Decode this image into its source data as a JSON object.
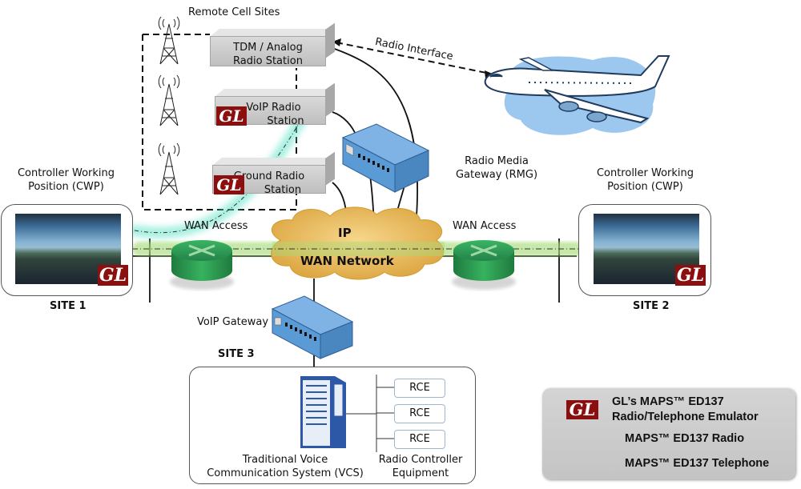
{
  "title": "MAPS ED137 ATC network diagram",
  "remote_cell_sites": {
    "label": "Remote Cell Sites",
    "stations": [
      {
        "line1": "TDM / Analog",
        "line2": "Radio Station",
        "gl_badge": false
      },
      {
        "line1": "VoIP Radio",
        "line2": "Station",
        "gl_badge": true
      },
      {
        "line1": "Ground  Radio",
        "line2": "Station",
        "gl_badge": true
      }
    ]
  },
  "radio_interface_label": "Radio Interface",
  "rmg": {
    "line1": "Radio Media",
    "line2": "Gateway (RMG)"
  },
  "wan": {
    "ip_label": "IP",
    "network_label": "WAN Network",
    "access_left": "WAN Access",
    "access_right": "WAN Access"
  },
  "site1": {
    "cwp_line1": "Controller Working",
    "cwp_line2": "Position (CWP)",
    "site_label": "SITE 1"
  },
  "site2": {
    "cwp_line1": "Controller Working",
    "cwp_line2": "Position (CWP)",
    "site_label": "SITE 2"
  },
  "site3": {
    "site_label": "SITE 3",
    "voip_gateway_label": "VoIP Gateway",
    "vcs_line1": "Traditional  Voice",
    "vcs_line2": "Communication System (VCS)",
    "rce_items": [
      "RCE",
      "RCE",
      "RCE"
    ],
    "rce_line1": "Radio Controller",
    "rce_line2": "Equipment"
  },
  "gl_logo_text": "GL",
  "legend": {
    "title_line1": "GL’s MAPS™ ED137",
    "title_line2": "Radio/Telephone Emulator",
    "radio_label": "MAPS™ ED137 Radio",
    "telephone_label": "MAPS™ ED137 Telephone"
  },
  "colors": {
    "gl_red": "#8b0f0f",
    "radio_glow": "#5fe3c8",
    "telephone_glow": "#a9dc7a",
    "device_blue": "#5b9bd5",
    "router_green": "#2e9e4f",
    "cloud_gold": "#e6b34a"
  }
}
